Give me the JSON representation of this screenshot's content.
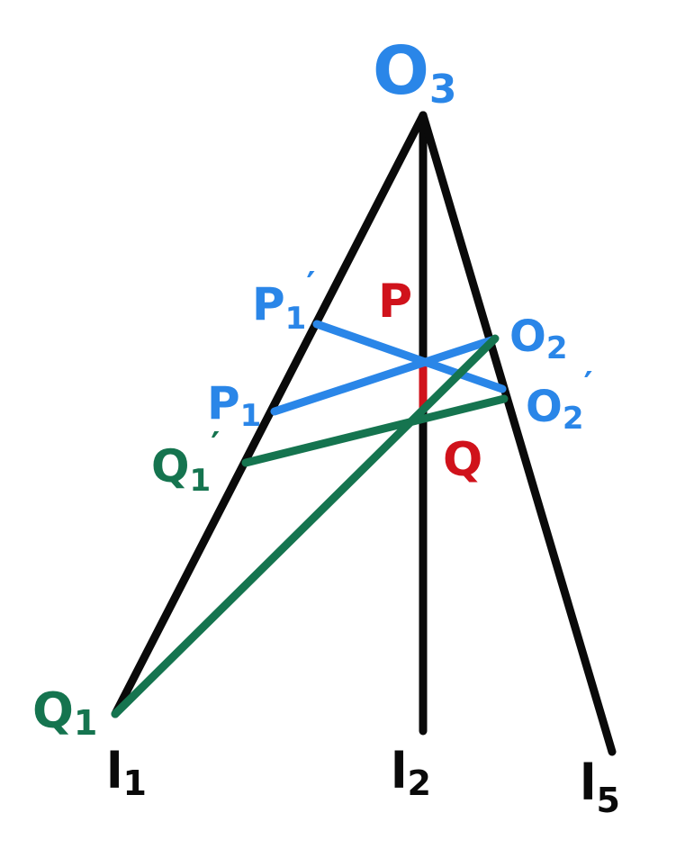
{
  "colors": {
    "black": "#0a0a0a",
    "blue": "#2a86e8",
    "green": "#15744f",
    "red": "#d0121b"
  },
  "labels": {
    "O3": {
      "main": "O",
      "sub": "3"
    },
    "P1_prime": {
      "main": "P",
      "sub": "1",
      "prime": "′"
    },
    "P": {
      "main": "P"
    },
    "O2": {
      "main": "O",
      "sub": "2"
    },
    "P1": {
      "main": "P",
      "sub": "1"
    },
    "O2_prime": {
      "main": "O",
      "sub": "2",
      "prime": "′"
    },
    "Q1_prime": {
      "main": "Q",
      "sub": "1",
      "prime": "′"
    },
    "Q": {
      "main": "Q"
    },
    "Q1": {
      "main": "Q",
      "sub": "1"
    },
    "l1": {
      "main": "l",
      "sub": "1"
    },
    "l2": {
      "main": "l",
      "sub": "2"
    },
    "l5": {
      "main": "l",
      "sub": "5"
    }
  }
}
